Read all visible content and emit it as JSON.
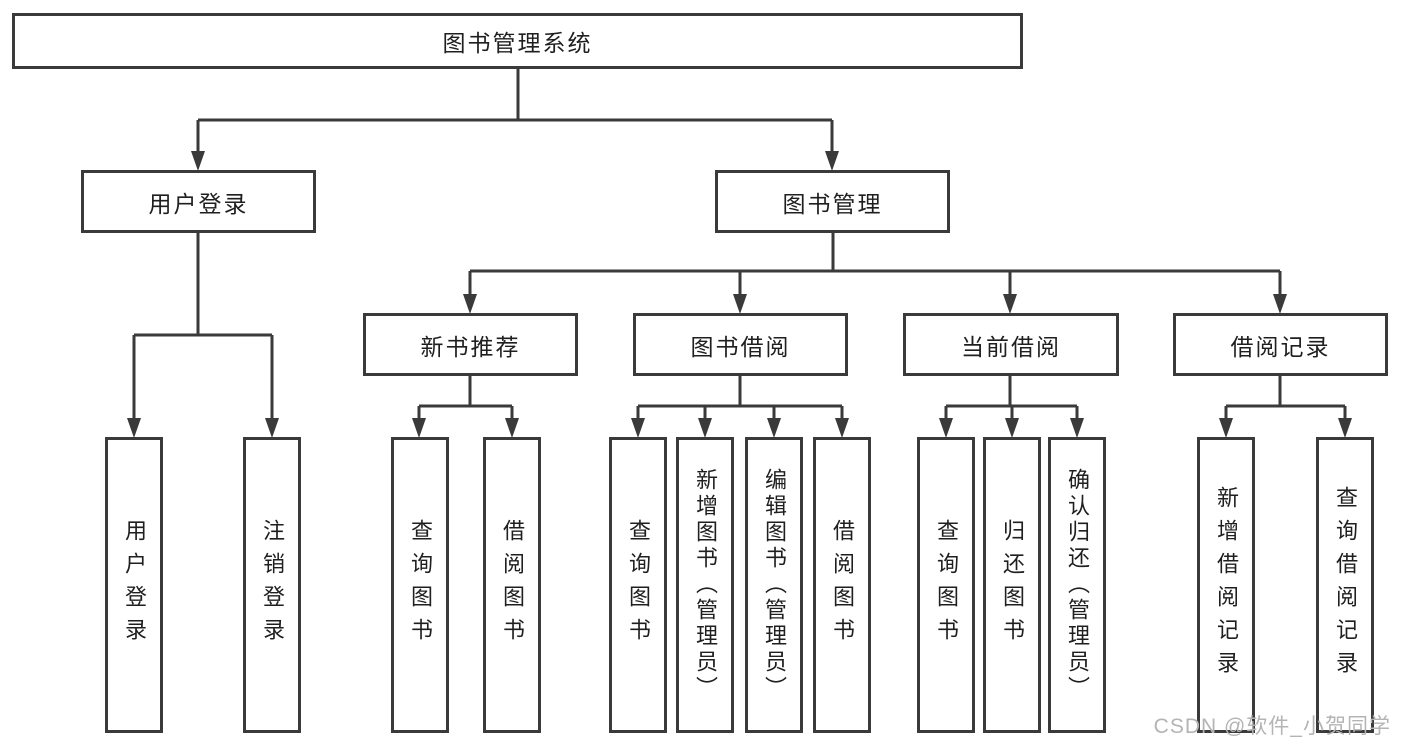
{
  "colors": {
    "connector": "#3a3a3a",
    "box_border": "#3a3a3a",
    "text": "#1f1f1f",
    "watermark": "#b4b4b4",
    "background": "#ffffff"
  },
  "watermark": {
    "text": "CSDN @软件_小贺同学"
  },
  "tree": {
    "root": {
      "label": "图书管理系统"
    },
    "branches": [
      {
        "label": "用户登录",
        "children": [
          {
            "label": "用户登录"
          },
          {
            "label": "注销登录"
          }
        ]
      },
      {
        "label": "图书管理",
        "children": [
          {
            "label": "新书推荐",
            "children": [
              {
                "label": "查询图书"
              },
              {
                "label": "借阅图书"
              }
            ]
          },
          {
            "label": "图书借阅",
            "children": [
              {
                "label": "查询图书"
              },
              {
                "label": "新增图书（管理员）"
              },
              {
                "label": "编辑图书（管理员）"
              },
              {
                "label": "借阅图书"
              }
            ]
          },
          {
            "label": "当前借阅",
            "children": [
              {
                "label": "查询图书"
              },
              {
                "label": "归还图书"
              },
              {
                "label": "确认归还（管理员）"
              }
            ]
          },
          {
            "label": "借阅记录",
            "children": [
              {
                "label": "新增借阅记录"
              },
              {
                "label": "查询借阅记录"
              }
            ]
          }
        ]
      }
    ]
  }
}
